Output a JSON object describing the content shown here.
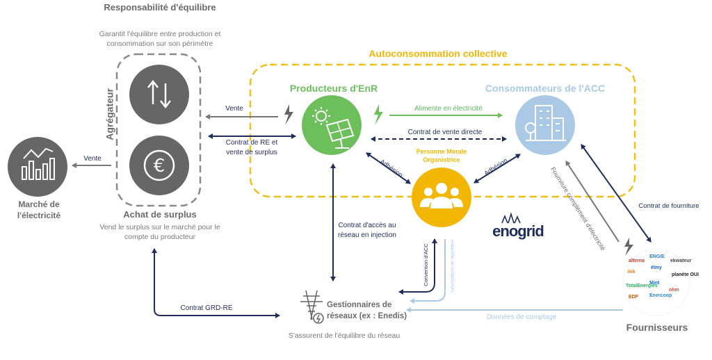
{
  "aggregator": {
    "title": "Responsabilité d'équilibre",
    "description": "Garantit l'équilibre entre production et consommation sur son périmètre",
    "label": "Agrégateur",
    "surplus_title": "Achat de surplus",
    "surplus_description": "Vend le surplus sur le marché pour le compte du producteur"
  },
  "market": {
    "title": "Marché de l'électricité"
  },
  "acc": {
    "title": "Autoconsommation collective"
  },
  "producers": {
    "title": "Producteurs d'EnR"
  },
  "consumers": {
    "title": "Consommateurs de l'ACC"
  },
  "pmo": {
    "title": "Personne Morale Organistrice"
  },
  "grid": {
    "title": "Gestionnaires de réseaux (ex : Enedis)",
    "description": "S'assurent de l'équilibre du réseau"
  },
  "suppliers": {
    "title": "Fournisseurs",
    "logos": [
      "alterna",
      "ENGIE",
      "ekwateur",
      "ilek",
      "ëlmy",
      "planète OUI",
      "TotalEnergies",
      "Mint",
      "EDF",
      "Enercoop",
      "ohm"
    ]
  },
  "brand": {
    "name": "enogrid"
  },
  "flows": {
    "vente_market": "Vente",
    "vente_agg": "Vente",
    "contrat_re": "Contrat de RE et vente de surplus",
    "alimente": "Alimente en électricité",
    "vente_directe": "Contrat de vente directe",
    "adhesion_left": "Adhésion",
    "adhesion_right": "Adhésion",
    "contrat_acces": "Contrat d'accès au réseau en injection",
    "contrat_grd_re": "Contrat GRD-RE",
    "convention": "Convention d'ACC",
    "informations": "Informations de répartition",
    "donnees": "Données de comptage",
    "fourniture_complement": "Fourniture complément d'électricité",
    "contrat_fourniture": "Contrat de fourniture"
  },
  "colors": {
    "gray": "#6b6b6b",
    "gray_circle": "#666666",
    "green": "#6cbf5b",
    "light_blue": "#a9c9e6",
    "navy": "#1f2d5a",
    "yellow": "#f2b705",
    "dashed_yellow": "#f0bf1a"
  },
  "icons": [
    "up-down-arrows-icon",
    "euro-icon",
    "bar-chart-icon",
    "solar-panel-icon",
    "building-icon",
    "group-icon",
    "pylon-icon",
    "lightning-icon"
  ]
}
